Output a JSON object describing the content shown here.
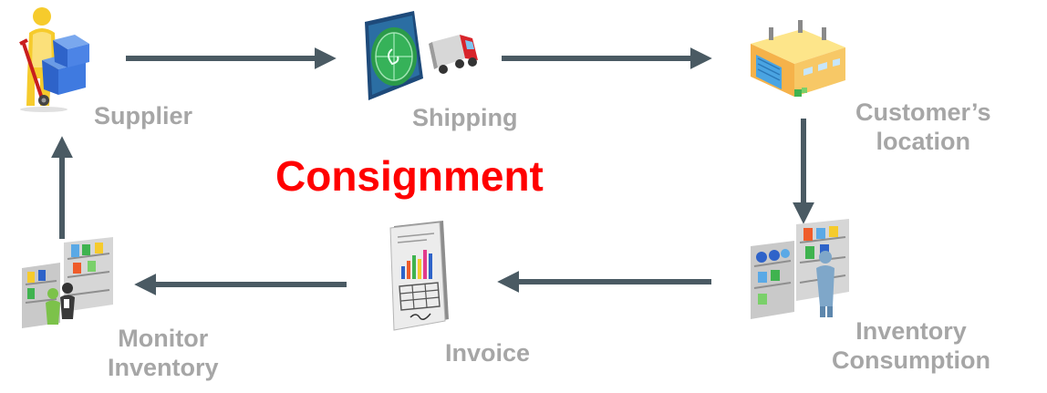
{
  "title": "Consignment",
  "nodes": {
    "supplier": {
      "label": "Supplier",
      "icon": "supplier-hand-truck-icon"
    },
    "shipping": {
      "label": "Shipping",
      "icon": "shipping-truck-radar-icon"
    },
    "customer_location": {
      "line1": "Customer’s",
      "line2": "location",
      "icon": "warehouse-building-icon"
    },
    "inventory_consumption": {
      "line1": "Inventory",
      "line2": "Consumption",
      "icon": "inventory-shelves-person-icon"
    },
    "invoice": {
      "label": "Invoice",
      "icon": "invoice-document-icon"
    },
    "monitor_inventory": {
      "line1": "Monitor",
      "line2": "Inventory",
      "icon": "monitor-inventory-shelves-icon"
    }
  },
  "edges": [
    {
      "from": "Supplier",
      "to": "Shipping"
    },
    {
      "from": "Shipping",
      "to": "Customer’s location"
    },
    {
      "from": "Customer’s location",
      "to": "Inventory Consumption"
    },
    {
      "from": "Inventory Consumption",
      "to": "Invoice"
    },
    {
      "from": "Invoice",
      "to": "Monitor Inventory"
    },
    {
      "from": "Monitor Inventory",
      "to": "Supplier"
    }
  ],
  "colors": {
    "title": "#ff0000",
    "label": "#a6a6a6",
    "arrow": "#4a5a63"
  }
}
